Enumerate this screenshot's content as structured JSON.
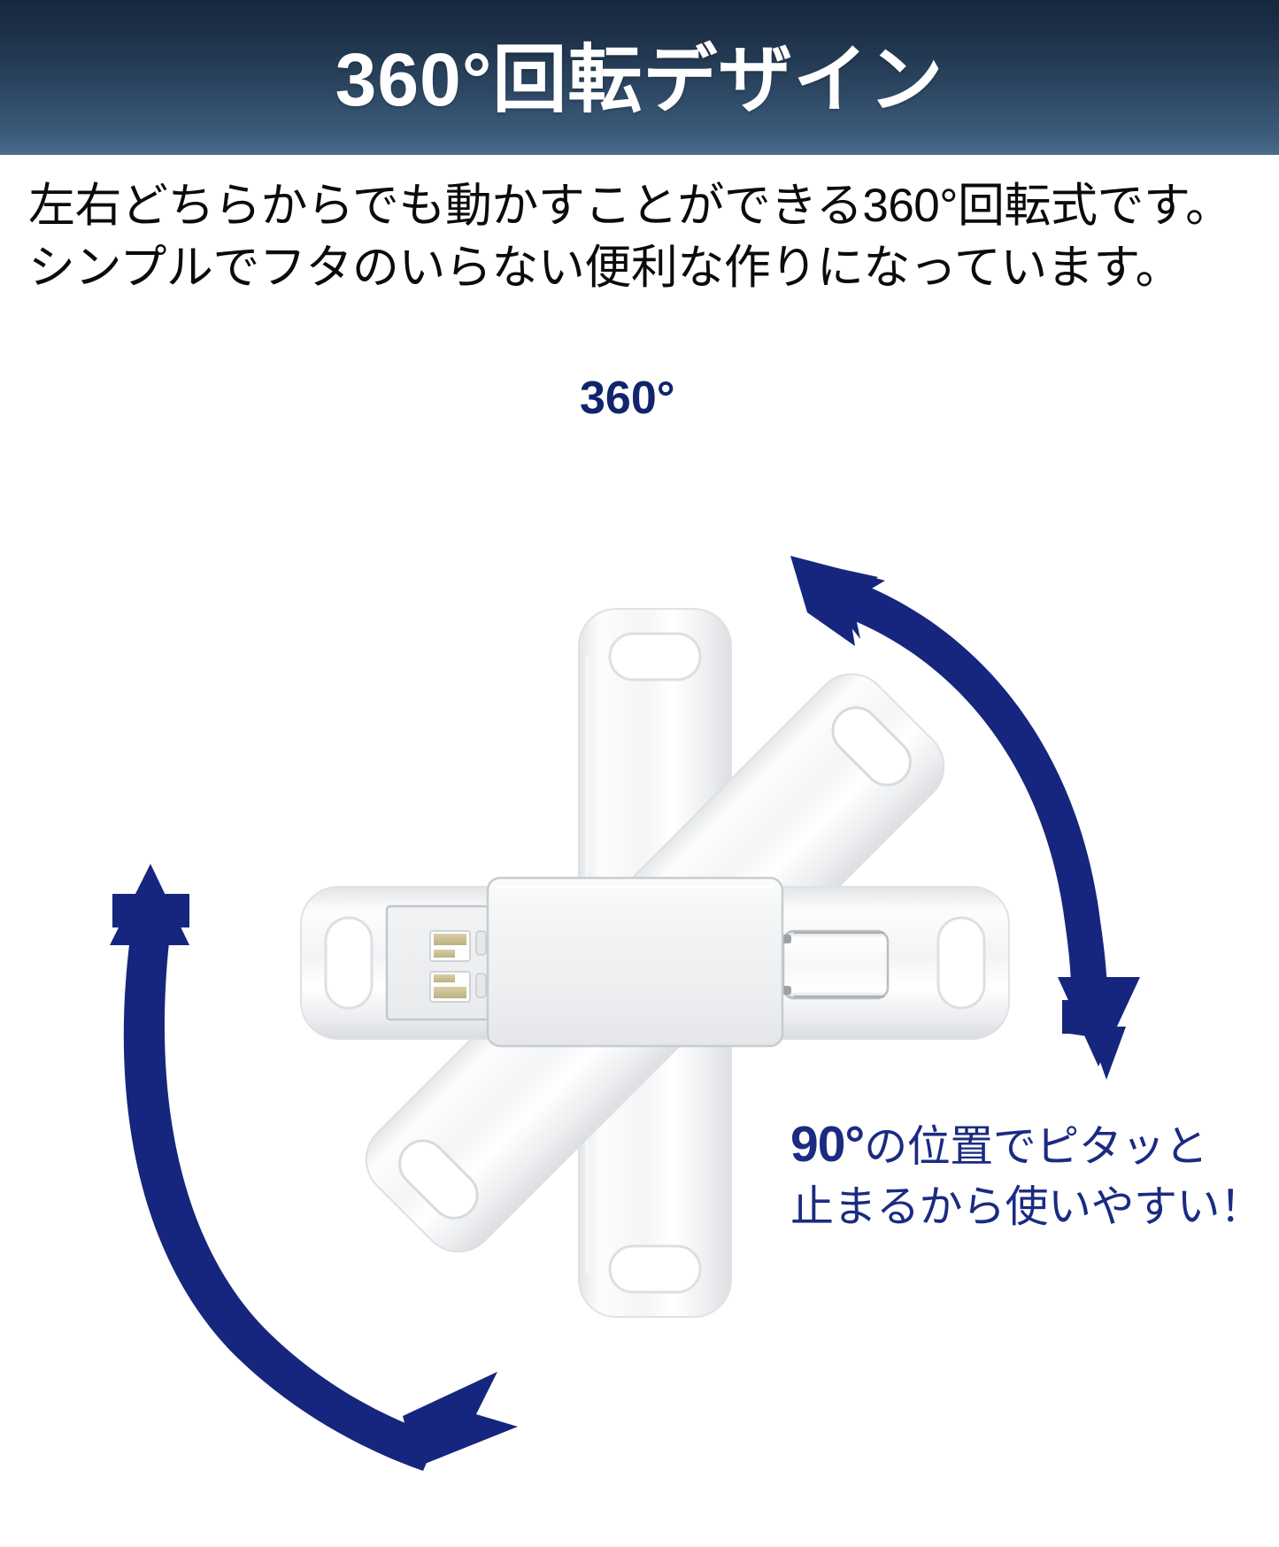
{
  "header": {
    "title": "360°回転デザイン",
    "background_top_color": "#16263f",
    "background_bottom_color": "#4b6d8d",
    "text_color": "#ffffff"
  },
  "body_copy": {
    "line1": "左右どちらからでも動かすことができる360°回転式です。",
    "line2": "シンプルでフタのいらない便利な作りになっています。",
    "text_color": "#0b0b0b"
  },
  "diagram": {
    "rotation_label": "360°",
    "rotation_label_color": "#11246d",
    "caption_line1_emphasis": "90°",
    "caption_line1_rest": "の位置でピタッと",
    "caption_line2": "止まるから使いやすい！",
    "caption_color": "#1b2b82",
    "arrow_color": "#16267e",
    "device_body_color": "#f0f1f2",
    "device_arm_color": "#fbfbfc",
    "usb_contact_color": "#c9bf92",
    "arrows": [
      {
        "name": "right-rotation-arc",
        "direction": "double-headed",
        "head_start": "up-left",
        "head_end": "down"
      },
      {
        "name": "left-rotation-arc",
        "direction": "double-headed",
        "head_start": "up",
        "head_end": "down-right"
      }
    ],
    "connectors": [
      {
        "name": "usb-a-connector",
        "position": "left"
      },
      {
        "name": "usb-c-connector",
        "position": "right"
      }
    ],
    "swivel_arms": [
      {
        "name": "arm-vertical",
        "angle_deg": 0
      },
      {
        "name": "arm-diagonal-ne-sw",
        "angle_deg": 45
      },
      {
        "name": "arm-horizontal",
        "angle_deg": 90
      }
    ]
  }
}
